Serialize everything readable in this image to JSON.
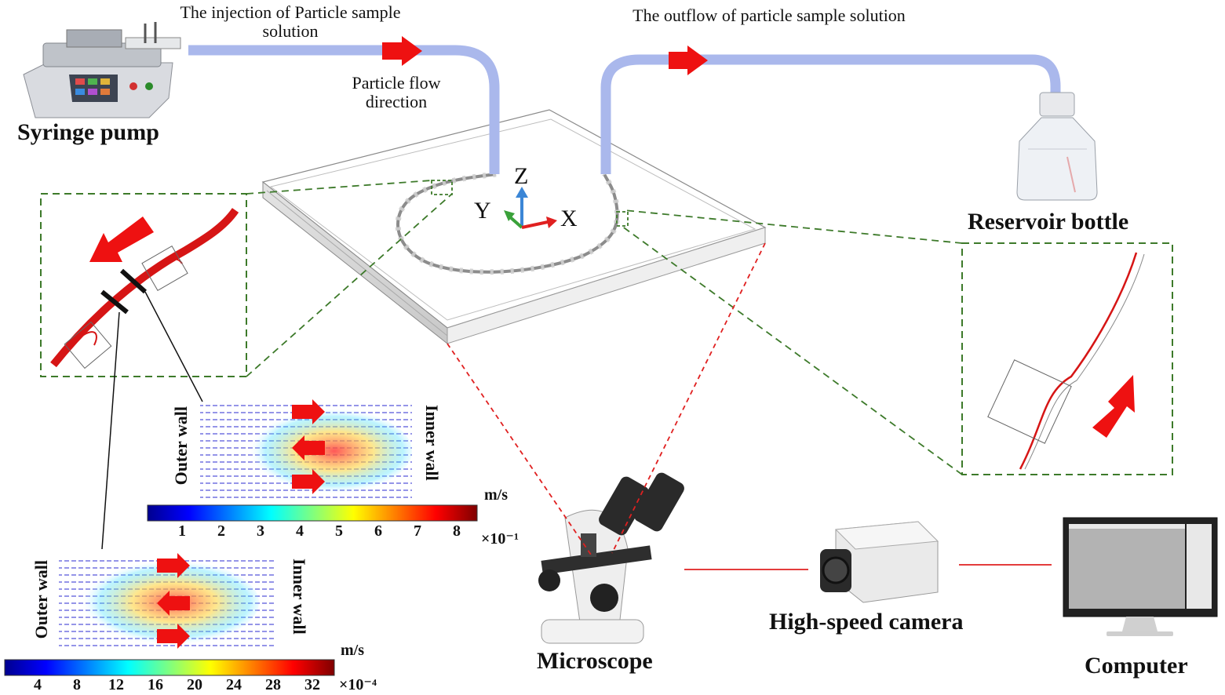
{
  "labels": {
    "injection": "The injection of Particle sample solution",
    "flow_direction": "Particle flow direction",
    "outflow": "The outflow of particle sample solution",
    "syringe_pump": "Syringe pump",
    "reservoir_bottle": "Reservoir bottle",
    "microscope": "Microscope",
    "camera": "High-speed camera",
    "computer": "Computer"
  },
  "axes": {
    "x": "X",
    "y": "Y",
    "z": "Z"
  },
  "panel_upper": {
    "outer": "Outer wall",
    "inner": "Inner wall",
    "unit": "m/s",
    "ticks": [
      "1",
      "2",
      "3",
      "4",
      "5",
      "6",
      "7",
      "8"
    ],
    "exponent": "×10⁻¹"
  },
  "panel_lower": {
    "outer": "Outer wall",
    "inner": "Inner wall",
    "unit": "m/s",
    "ticks": [
      "4",
      "8",
      "12",
      "16",
      "20",
      "24",
      "28",
      "32"
    ],
    "exponent": "×10⁻⁴"
  },
  "colors": {
    "tube": "#aab8ec",
    "arrow": "#ee1111",
    "inset_border": "#3d7a2a",
    "link_line": "#e02020",
    "axis_z": "#3b86d6",
    "axis_y": "#3aa13a",
    "axis_x": "#e02020"
  }
}
